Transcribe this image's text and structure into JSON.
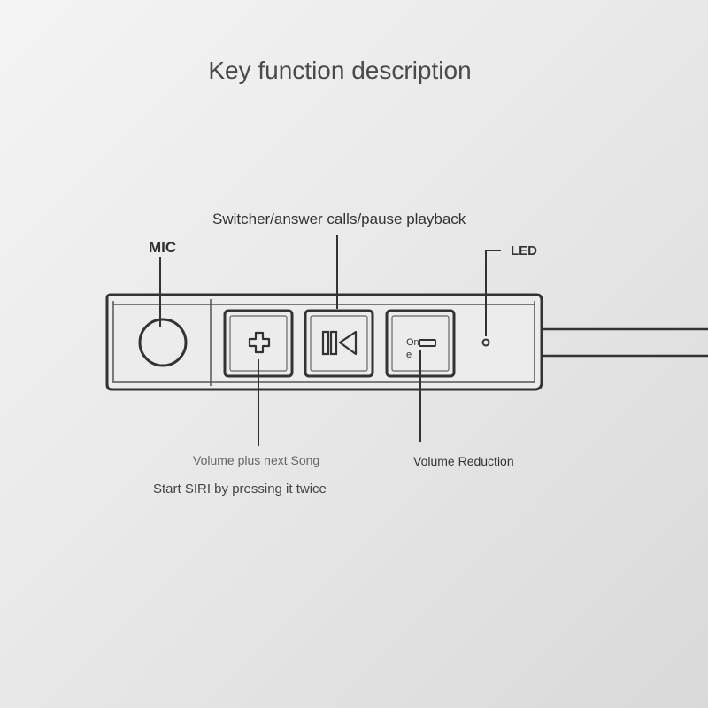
{
  "title": "Key function description",
  "labels": {
    "switcher": "Switcher/answer calls/pause playback",
    "mic": "MIC",
    "led": "LED",
    "volume_plus": "Volume plus next Song",
    "siri": "Start SIRI by pressing it twice",
    "volume_down": "Volume Reduction"
  },
  "button_text": "On\ne",
  "icons": [
    "mic-icon",
    "plus-icon",
    "play-pause-icon",
    "minus-icon",
    "led-icon"
  ],
  "colors": {
    "outline": "#333333",
    "background": "#ececec"
  }
}
